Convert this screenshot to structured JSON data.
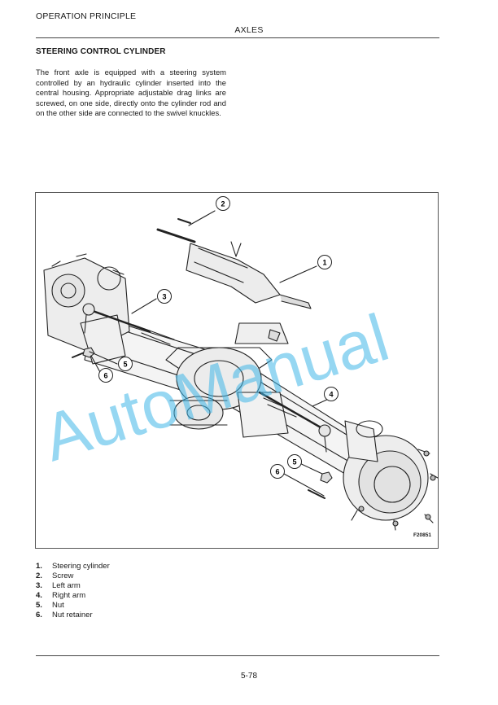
{
  "header": {
    "section": "OPERATION PRINCIPLE",
    "chapter": "AXLES"
  },
  "title": "STEERING CONTROL CYLINDER",
  "paragraph": "The front axle is equipped with a steering system controlled by an hydraulic cylinder inserted into the central housing. Appropriate adjustable drag links are screwed, on one side, directly onto the cylinder rod and on the other side are connected to the swivel knuckles.",
  "figure": {
    "code": "F20851",
    "watermark": "AutoManual",
    "callouts": [
      "1",
      "2",
      "3",
      "4",
      "5",
      "6",
      "5",
      "6"
    ]
  },
  "legend": [
    {
      "num": "1.",
      "label": "Steering cylinder"
    },
    {
      "num": "2.",
      "label": "Screw"
    },
    {
      "num": "3.",
      "label": "Left arm"
    },
    {
      "num": "4.",
      "label": "Right arm"
    },
    {
      "num": "5.",
      "label": "Nut"
    },
    {
      "num": "6.",
      "label": "Nut retainer"
    }
  ],
  "footer": {
    "page": "5-78"
  },
  "colors": {
    "watermark": "#3fb6e8",
    "ink": "#1a1a1a"
  }
}
